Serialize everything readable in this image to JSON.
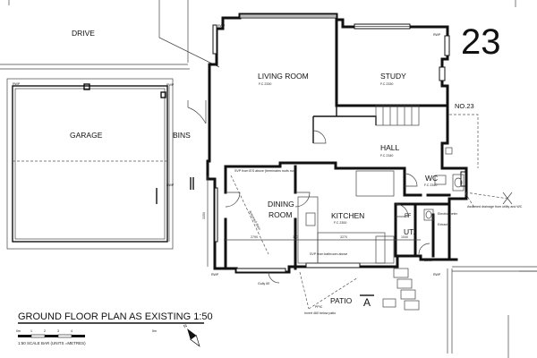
{
  "house_number": "23",
  "title": "GROUND FLOOR PLAN AS EXISTING 1:50",
  "scale_bar": {
    "ticks": [
      "0m",
      "1",
      "2",
      "3",
      "4",
      "5m"
    ],
    "caption": "1:50 SCALE BAR (UNITS =METRES)"
  },
  "rooms": {
    "drive": "DRIVE",
    "garage": "GARAGE",
    "bins": "BINS",
    "living_room": "LIVING ROOM",
    "study": "STUDY",
    "no23": "NO.23",
    "hall": "HALL",
    "dining_line1": "DINING",
    "dining_line2": "ROOM",
    "kitchen": "KITCHEN",
    "wc": "WC",
    "ut": "UT.",
    "ff": "FF",
    "patio": "PATIO",
    "section_mark": "A",
    "north": "N"
  },
  "notes": {
    "living_fc": "F.C 2330",
    "study_fc": "F.C 2330",
    "hall_fc": "F.C 2340",
    "kitchen_fc": "F.C 2300",
    "wc_fc": "F.C 2340",
    "rwp": "RWP",
    "svp_ies": "SVP from IES above (terminates roofs roof)",
    "assumed_drain": "Assumed drain",
    "svp_bathroom": "SVP from bathroom above",
    "electric": "Electric meter",
    "extract": "Extract",
    "assumed_drainage": "Assumed drainage from utility and WC",
    "boiler": "Boiler",
    "ppic": "PPIC",
    "ppic_invert": "Invert 460 below patio",
    "gully": "Gully IIE"
  },
  "dimensions": {
    "d1": "2790",
    "d2": "100",
    "d3": "3270",
    "d4": "3350",
    "d5": "1040"
  }
}
